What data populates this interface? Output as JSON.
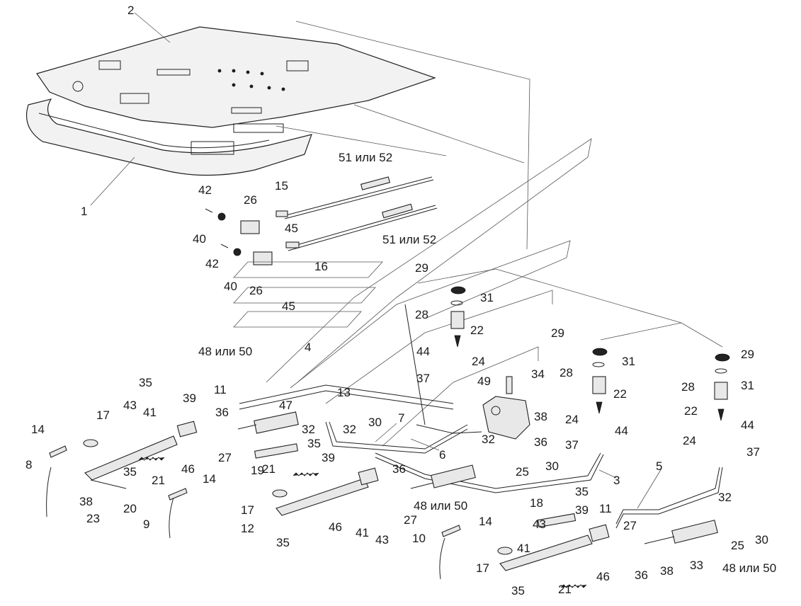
{
  "labels": {
    "l1": "1",
    "l2": "2",
    "l3": "3",
    "l4": "4",
    "l5": "5",
    "l6": "6",
    "l7": "7",
    "l8": "8",
    "l9": "9",
    "l10": "10",
    "l11a": "11",
    "l11b": "11",
    "l12": "12",
    "l13": "13",
    "l14a": "14",
    "l14b": "14",
    "l14c": "14",
    "l15": "15",
    "l16": "16",
    "l17a": "17",
    "l17b": "17",
    "l17c": "17",
    "l18": "18",
    "l19": "19",
    "l20": "20",
    "l21a": "21",
    "l21b": "21",
    "l21c": "21",
    "l22a": "22",
    "l22b": "22",
    "l22c": "22",
    "l23": "23",
    "l24a": "24",
    "l24b": "24",
    "l24c": "24",
    "l25a": "25",
    "l25b": "25",
    "l26a": "26",
    "l26b": "26",
    "l27a": "27",
    "l27b": "27",
    "l27c": "27",
    "l28a": "28",
    "l28b": "28",
    "l28c": "28",
    "l29a": "29",
    "l29b": "29",
    "l29c": "29",
    "l30a": "30",
    "l30b": "30",
    "l30c": "30",
    "l31a": "31",
    "l31b": "31",
    "l31c": "31",
    "l32a": "32",
    "l32b": "32",
    "l32c": "32",
    "l32d": "32",
    "l33": "33",
    "l34": "34",
    "l35a": "35",
    "l35b": "35",
    "l35c": "35",
    "l35d": "35",
    "l35e": "35",
    "l35f": "35",
    "l36a": "36",
    "l36b": "36",
    "l36c": "36",
    "l36d": "36",
    "l37a": "37",
    "l37b": "37",
    "l37c": "37",
    "l38a": "38",
    "l38b": "38",
    "l38c": "38",
    "l39a": "39",
    "l39b": "39",
    "l39c": "39",
    "l40a": "40",
    "l40b": "40",
    "l41a": "41",
    "l41b": "41",
    "l41c": "41",
    "l42a": "42",
    "l42b": "42",
    "l43a": "43",
    "l43b": "43",
    "l43c": "43",
    "l44a": "44",
    "l44b": "44",
    "l44c": "44",
    "l45a": "45",
    "l45b": "45",
    "l46a": "46",
    "l46b": "46",
    "l46c": "46",
    "l47": "47",
    "l48a": "48 или 50",
    "l48b": "48 или 50",
    "l48c": "48 или 50",
    "l49": "49",
    "l51a": "51 или 52",
    "l51b": "51 или 52"
  }
}
